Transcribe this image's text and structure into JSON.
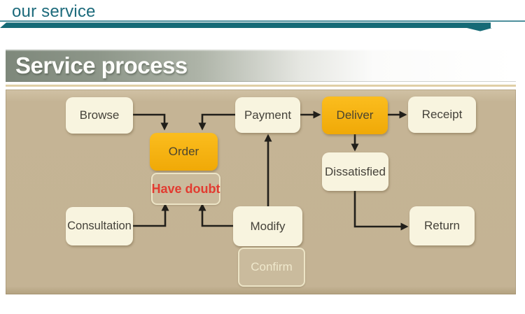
{
  "header": {
    "title": "our service"
  },
  "banner": {
    "title": "Service process"
  },
  "colors": {
    "teal_accent": "#1c6a7b",
    "banner_left": "#7e887b",
    "panel_background": "#c4b394",
    "node_cream": "#f8f4df",
    "node_orange": "#f4ae10",
    "have_doubt_red": "#e23b30",
    "arrow_black": "#211f1a",
    "confirm_text": "#efe8cc",
    "label_dark": "#45423a"
  },
  "flowchart": {
    "nodes": {
      "browse": {
        "label": "Browse"
      },
      "payment": {
        "label": "Payment"
      },
      "deliver": {
        "label": "Deliver"
      },
      "receipt": {
        "label": "Receipt"
      },
      "order": {
        "label": "Order"
      },
      "have_doubt": {
        "label": "Have doubt"
      },
      "dissatisfied": {
        "label": "Dissatisfied"
      },
      "consultation": {
        "label": "Consultation"
      },
      "modify": {
        "label": "Modify"
      },
      "confirm": {
        "label": "Confirm"
      },
      "return": {
        "label": "Return"
      }
    },
    "edges": [
      {
        "from": "Browse",
        "to": "Order"
      },
      {
        "from": "Payment",
        "to": "Order"
      },
      {
        "from": "Modify",
        "to": "Payment"
      },
      {
        "from": "Payment",
        "to": "Deliver"
      },
      {
        "from": "Deliver",
        "to": "Receipt"
      },
      {
        "from": "Deliver",
        "to": "Dissatisfied"
      },
      {
        "from": "Dissatisfied",
        "to": "Return"
      },
      {
        "from": "Consultation",
        "to": "Have doubt"
      },
      {
        "from": "Modify",
        "to": "Have doubt"
      }
    ]
  }
}
